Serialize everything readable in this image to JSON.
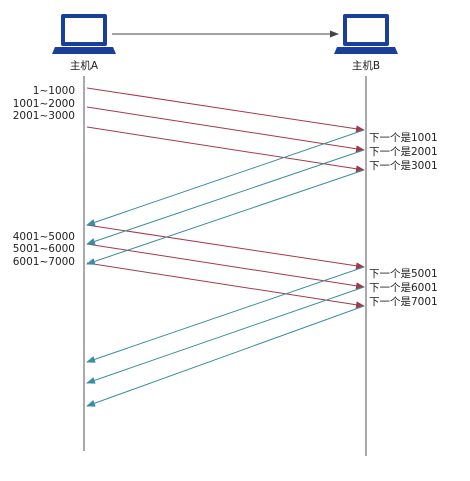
{
  "hosts": {
    "a": {
      "label": "主机A",
      "icon": "laptop-icon"
    },
    "b": {
      "label": "主机B",
      "icon": "laptop-icon"
    }
  },
  "sends": [
    {
      "range": "1~1000"
    },
    {
      "range": "1001~2000"
    },
    {
      "range": "2001~3000"
    },
    {
      "range": "4001~5000"
    },
    {
      "range": "5001~6000"
    },
    {
      "range": "6001~7000"
    }
  ],
  "acks": [
    {
      "text": "下一个是1001"
    },
    {
      "text": "下一个是2001"
    },
    {
      "text": "下一个是3001"
    },
    {
      "text": "下一个是5001"
    },
    {
      "text": "下一个是6001"
    },
    {
      "text": "下一个是7001"
    }
  ],
  "colors": {
    "data_arrow": "#a33a4a",
    "ack_arrow": "#3a8ea2",
    "laptop": "#1a3f9a",
    "timeline": "#555555",
    "top_arrow": "#444444"
  }
}
